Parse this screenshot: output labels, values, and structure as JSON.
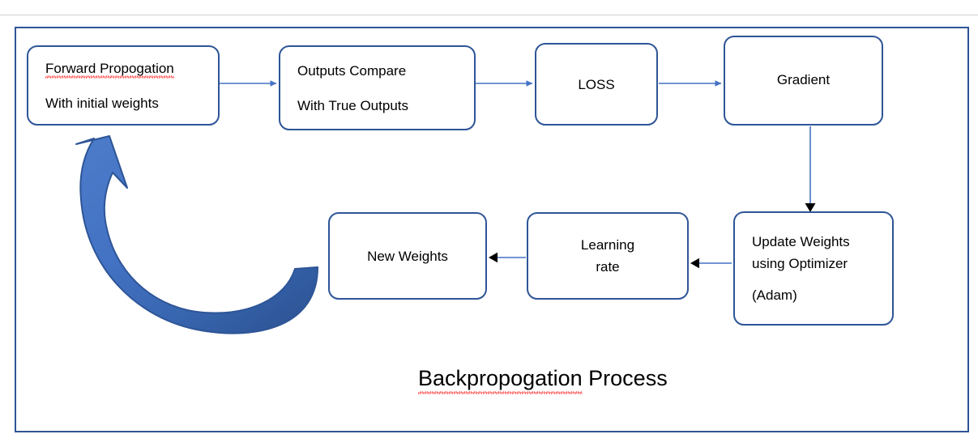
{
  "figure": {
    "caption": {
      "misspelled_word": "Backpropogation",
      "rest": " Process"
    },
    "frame_color": "#2E5597",
    "connector_color": "#4472C4",
    "cycle_arrow_light": "#4472C4",
    "cycle_arrow_dark": "#2E5597"
  },
  "nodes": [
    {
      "id": "forward-propagation",
      "line1_misspelled": "Forward Propogation",
      "line2": "With initial weights"
    },
    {
      "id": "outputs-compare",
      "line1": "Outputs Compare",
      "line2": "With True Outputs"
    },
    {
      "id": "loss",
      "line1": "LOSS"
    },
    {
      "id": "gradient",
      "line1": "Gradient"
    },
    {
      "id": "update-weights",
      "line1": "Update Weights",
      "line2": "using Optimizer",
      "line3": "(Adam)"
    },
    {
      "id": "learning-rate",
      "line1": "Learning",
      "line2": "rate"
    },
    {
      "id": "new-weights",
      "line1": "New Weights"
    }
  ],
  "connectors": [
    {
      "id": "forward-to-outputs",
      "direction": "right"
    },
    {
      "id": "outputs-to-loss",
      "direction": "right"
    },
    {
      "id": "loss-to-gradient",
      "direction": "right"
    },
    {
      "id": "gradient-to-update",
      "direction": "down"
    },
    {
      "id": "update-to-learning",
      "direction": "left"
    },
    {
      "id": "learning-to-new-weights",
      "direction": "left"
    },
    {
      "id": "new-weights-to-forward-cycle",
      "direction": "counter-clockwise-up"
    }
  ]
}
